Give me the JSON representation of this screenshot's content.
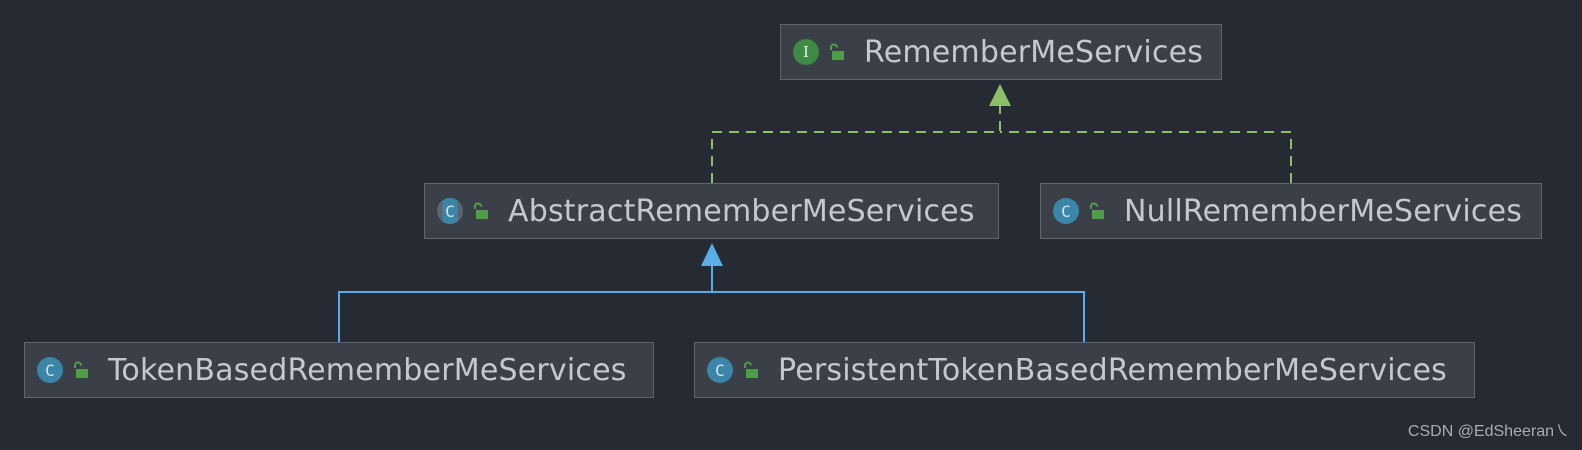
{
  "nodes": {
    "remember_me_services": {
      "label": "RememberMeServices",
      "kind": "interface",
      "kind_letter": "I"
    },
    "abstract_remember_me_services": {
      "label": "AbstractRememberMeServices",
      "kind": "abstract",
      "kind_letter": "C"
    },
    "null_remember_me_services": {
      "label": "NullRememberMeServices",
      "kind": "class",
      "kind_letter": "C"
    },
    "token_based_remember_me_services": {
      "label": "TokenBasedRememberMeServices",
      "kind": "class",
      "kind_letter": "C"
    },
    "persistent_token_based_remember_me_services": {
      "label": "PersistentTokenBasedRememberMeServices",
      "kind": "class",
      "kind_letter": "C"
    }
  },
  "edges": [
    {
      "from": "abstract_remember_me_services",
      "to": "remember_me_services",
      "type": "implements"
    },
    {
      "from": "null_remember_me_services",
      "to": "remember_me_services",
      "type": "implements"
    },
    {
      "from": "token_based_remember_me_services",
      "to": "abstract_remember_me_services",
      "type": "extends"
    },
    {
      "from": "persistent_token_based_remember_me_services",
      "to": "abstract_remember_me_services",
      "type": "extends"
    }
  ],
  "colors": {
    "background": "#262a33",
    "node_fill": "#3b4048",
    "node_border": "#5f6670",
    "implements_edge": "#8dbf6b",
    "extends_edge": "#5aaee8",
    "lock_icon": "#4f9e47"
  },
  "icons": {
    "visibility": "open-lock-icon"
  },
  "watermark": "CSDN @EdSheeran㇏"
}
